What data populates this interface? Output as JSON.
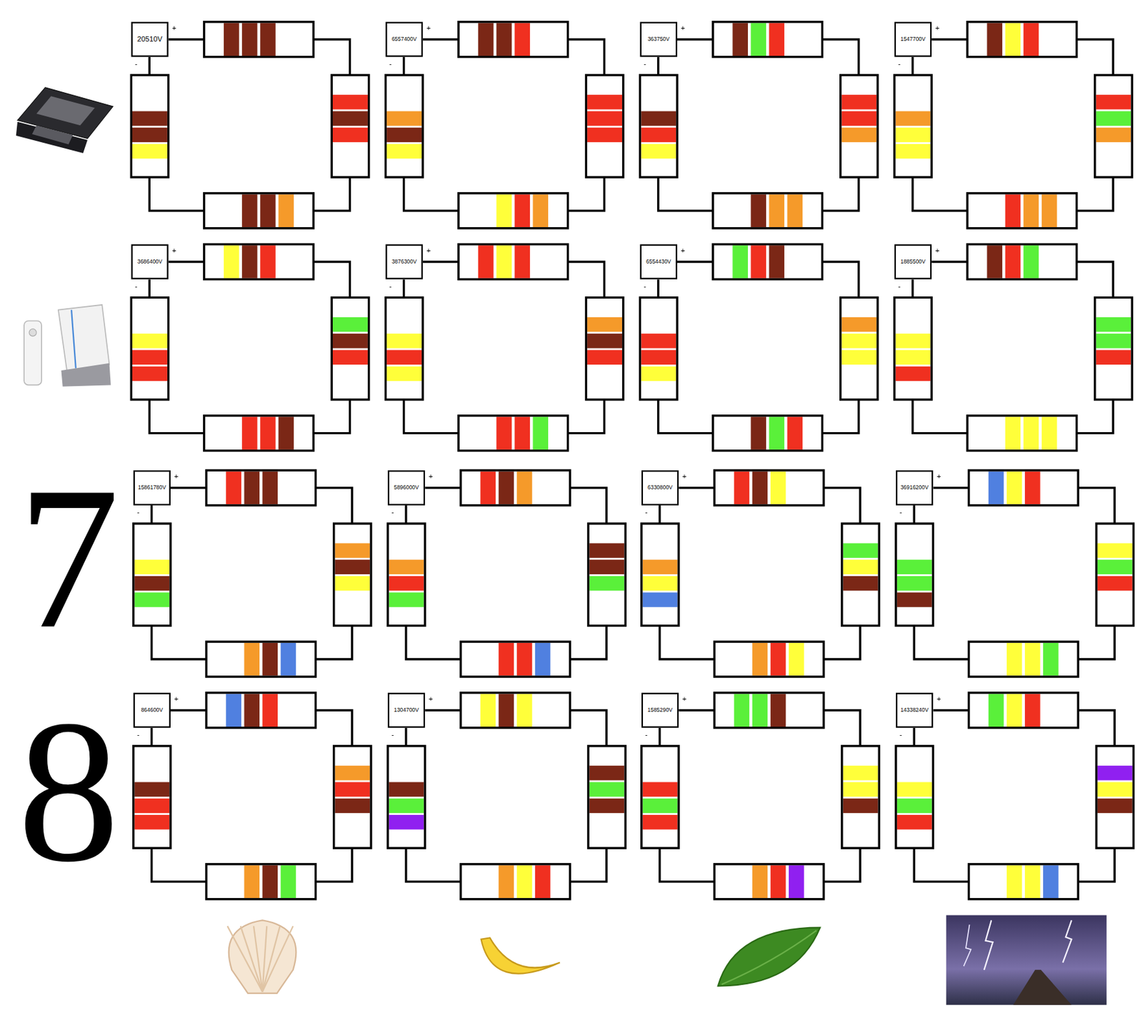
{
  "diagram": {
    "nodes": [
      {
        "text": [
          "20510V"
        ]
      },
      {
        "text": [
          "6557400V"
        ]
      },
      {
        "text": [
          "363750V"
        ]
      },
      {
        "text": [
          "1547700V"
        ]
      },
      {
        "text": [
          "3686400V"
        ]
      },
      {
        "text": [
          "3876300V"
        ]
      },
      {
        "text": [
          "6554430V"
        ]
      },
      {
        "text": [
          "1885500V"
        ]
      },
      {
        "text": [
          "15861780V"
        ]
      },
      {
        "text": [
          "5896000V"
        ]
      },
      {
        "text": [
          "6330800V"
        ]
      },
      {
        "text": [
          "36916200V"
        ]
      },
      {
        "text": [
          "864600V"
        ]
      },
      {
        "text": [
          "1304700V"
        ]
      },
      {
        "text": [
          "1585290V"
        ]
      },
      {
        "text": [
          "14338240V"
        ]
      }
    ],
    "labels": [
      "+",
      "-",
      "+",
      "-",
      "+",
      "-",
      "+",
      "-",
      "+",
      "-",
      "+",
      "-",
      "+",
      "-",
      "+",
      "-",
      "7",
      "+",
      "-",
      "+",
      "-",
      "+",
      "-",
      "+",
      "-",
      "8",
      "+",
      "-",
      "+",
      "-",
      "+",
      "-",
      "+",
      "-"
    ]
  }
}
